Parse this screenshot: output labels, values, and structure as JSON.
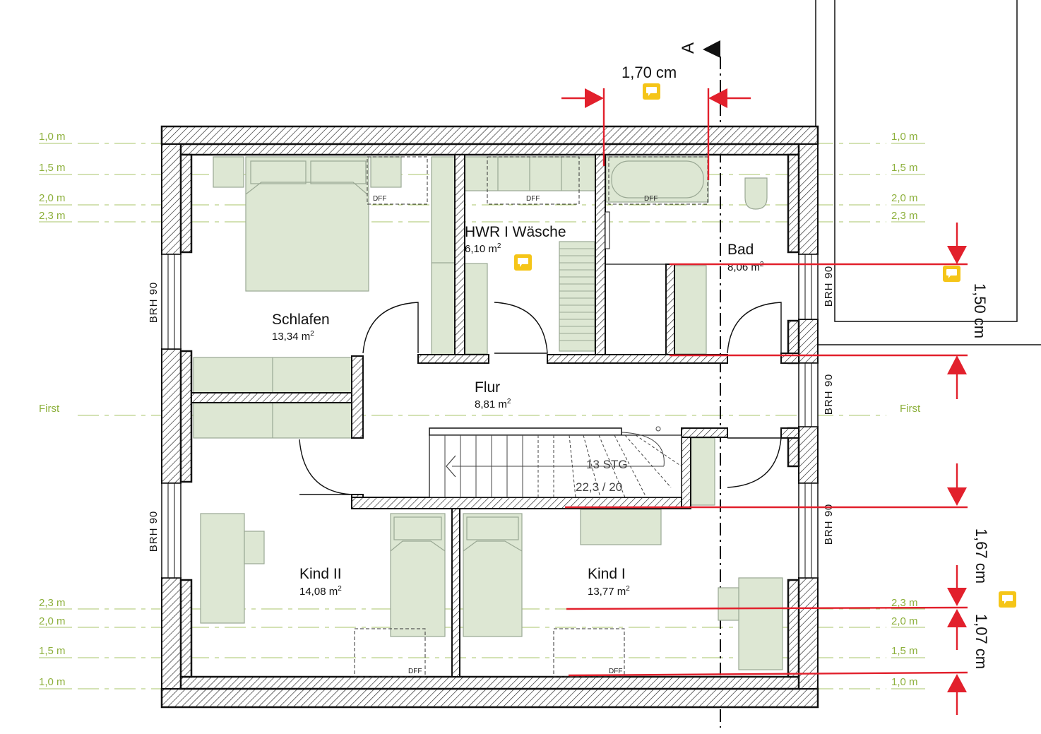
{
  "rooms": [
    {
      "name": "Schlafen",
      "area": "13,34 m",
      "unit_sup": "2"
    },
    {
      "name": "HWR I Wäsche",
      "area": "6,10 m",
      "unit_sup": "2"
    },
    {
      "name": "Bad",
      "area": "8,06 m",
      "unit_sup": "2"
    },
    {
      "name": "Flur",
      "area": "8,81 m",
      "unit_sup": "2"
    },
    {
      "name": "Kind II",
      "area": "14,08 m",
      "unit_sup": "2"
    },
    {
      "name": "Kind I",
      "area": "13,77 m",
      "unit_sup": "2"
    }
  ],
  "levels": {
    "top": [
      "1,0 m",
      "1,5 m",
      "2,0 m",
      "2,3 m"
    ],
    "middle": "First",
    "bottom": [
      "2,3 m",
      "2,0 m",
      "1,5 m",
      "1,0 m"
    ]
  },
  "window_labels": [
    "BRH 90",
    "BRH 90",
    "BRH 90",
    "BRH 90",
    "BRH 90"
  ],
  "skylight_label": "DFF",
  "stair": {
    "steps": "13 STG",
    "rise": "22,3 / 20"
  },
  "section_marker": "A",
  "dimensions": {
    "top": "1,70 cm",
    "right_1": "1,50 cm",
    "right_2": "1,67 cm",
    "right_3": "1,07 cm"
  },
  "colors": {
    "level_green": "#8db03c",
    "dimension_red": "#e2202c",
    "furniture": "#dde7d3",
    "comment_yellow": "#f5c518"
  },
  "icons": [
    "comment-icon",
    "comment-icon",
    "comment-icon",
    "comment-icon",
    "comment-icon"
  ]
}
